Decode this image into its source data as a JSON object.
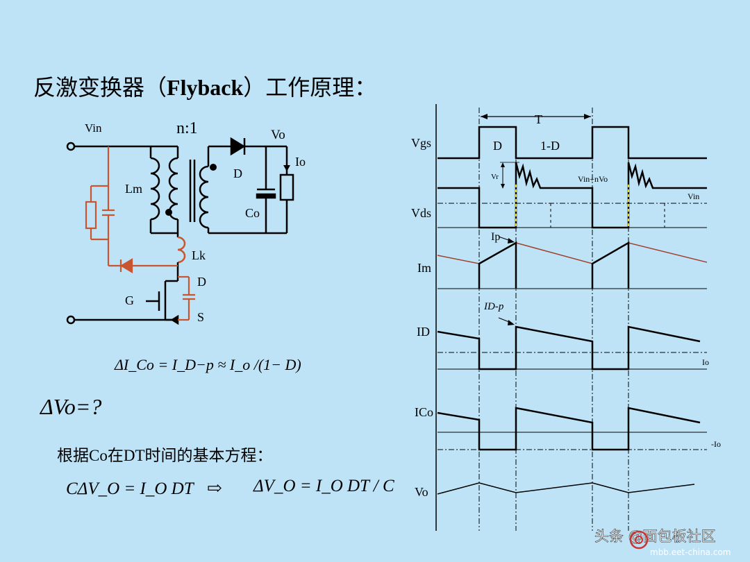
{
  "slide": {
    "title_cn": "反激变换器（",
    "title_bold": "Flyback",
    "title_end": "）工作原理："
  },
  "circuit": {
    "vin": "Vin",
    "ratio": "n:1",
    "vo": "Vo",
    "io": "Io",
    "lm": "Lm",
    "d_diode": "D",
    "co": "Co",
    "lk": "Lk",
    "d_drain": "D",
    "g": "G",
    "s": "S"
  },
  "equations": {
    "ico": "ΔI_Co = I_D−p ≈ I_o /(1− D)",
    "dvo_question": "ΔVo=?",
    "basis_prefix": "根据",
    "basis_co": "Co",
    "basis_mid": "在",
    "basis_dt": "DT",
    "basis_suffix": "时间的基本方程：",
    "eq_left": "CΔV_O = I_O DT",
    "arrow": "⇨",
    "eq_right": "ΔV_O = I_O DT / C"
  },
  "waveforms": {
    "period": "T",
    "duty": "D",
    "one_minus_d": "1-D",
    "vgs": "Vgs",
    "vr": "Vr",
    "vin_nvo": "Vin+nVo",
    "vin": "Vin",
    "vds": "Vds",
    "ip": "Ip",
    "im": "Im",
    "idp": "ID-p",
    "id": "ID",
    "io": "Io",
    "ico": "ICo",
    "neg_io": "-Io",
    "vo": "Vo"
  },
  "watermark": {
    "text": "头条 @面包板社区",
    "url": "mbb.eet-china.com"
  },
  "colors": {
    "background": "#bfe3f6",
    "snubber": "#c8552f",
    "magnetizing_current": "#a0402a",
    "im_label": "#8b1a1a"
  }
}
